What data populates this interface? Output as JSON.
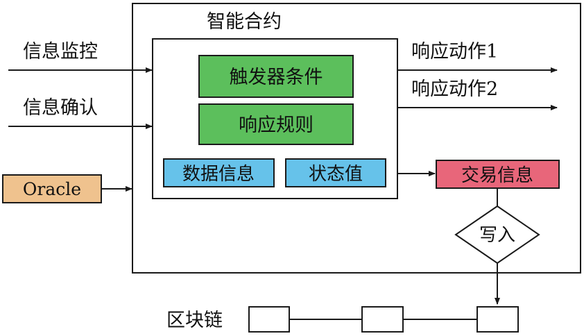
{
  "container": {
    "title": "智能合约"
  },
  "inputs": {
    "monitor": "信息监控",
    "confirm": "信息确认",
    "oracle": "Oracle"
  },
  "contract": {
    "trigger": "触发器条件",
    "rule": "响应规则",
    "data_info": "数据信息",
    "state_value": "状态值"
  },
  "outputs": {
    "action1": "响应动作1",
    "action2": "响应动作2",
    "transaction": "交易信息",
    "write": "写入"
  },
  "blockchain": {
    "label": "区块链"
  },
  "colors": {
    "green": "#5cbf5c",
    "blue": "#66c2ea",
    "red": "#e8667a",
    "orange": "#efc28e",
    "stroke": "#1a1a1a"
  }
}
